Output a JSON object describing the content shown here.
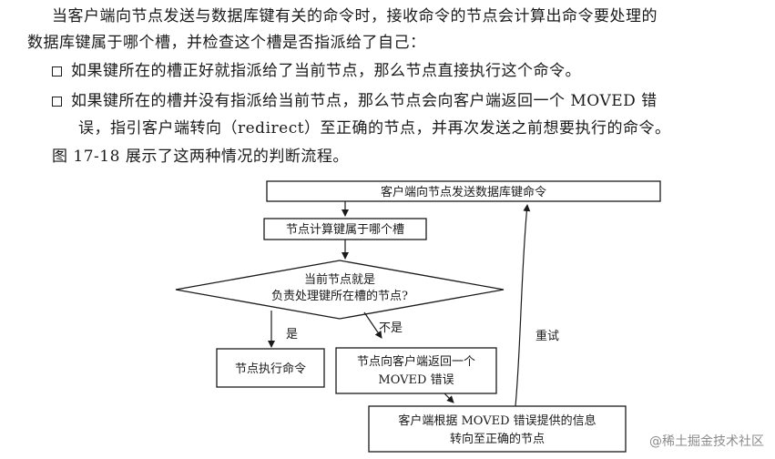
{
  "text": {
    "p1_line1": "当客户端向节点发送与数据库键有关的命令时，接收命令的节点会计算出命令要处理的",
    "p1_line2": "数据库键属于哪个槽，并检查这个槽是否指派给了自己：",
    "bullet1": "如果键所在的槽正好就指派给了当前节点，那么节点直接执行这个命令。",
    "bullet2_line1": "如果键所在的槽并没有指派给当前节点，那么节点会向客户端返回一个 MOVED 错",
    "bullet2_line2": "误，指引客户端转向（redirect）至正确的节点，并再次发送之前想要执行的命令。",
    "p2": "图 17-18 展示了这两种情况的判断流程。"
  },
  "flowchart": {
    "send_command": "客户端向节点发送数据库键命令",
    "compute_slot": "节点计算键属于哪个槽",
    "decision_line1": "当前节点就是",
    "decision_line2": "负责处理键所在槽的节点?",
    "yes_label": "是",
    "no_label": "不是",
    "execute": "节点执行命令",
    "return_moved_line1": "节点向客户端返回一个",
    "return_moved_line2": "MOVED 错误",
    "redirect_line1": "客户端根据 MOVED 错误提供的信息",
    "redirect_line2": "转向至正确的节点",
    "retry_label": "重试"
  },
  "watermark": "@稀土掘金技术社区"
}
